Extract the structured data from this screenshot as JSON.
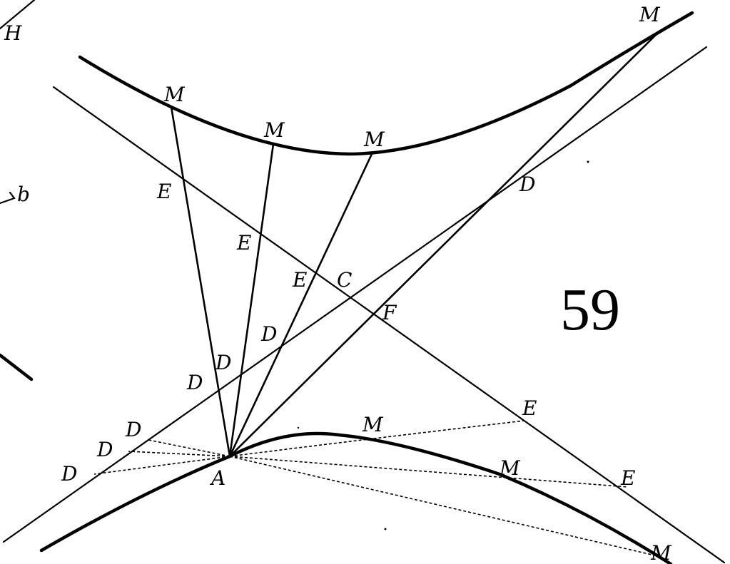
{
  "figure_number": "59",
  "labels": {
    "M": "M",
    "E": "E",
    "D": "D",
    "C": "C",
    "F": "F",
    "A": "A",
    "H": "H",
    "b": "b"
  }
}
